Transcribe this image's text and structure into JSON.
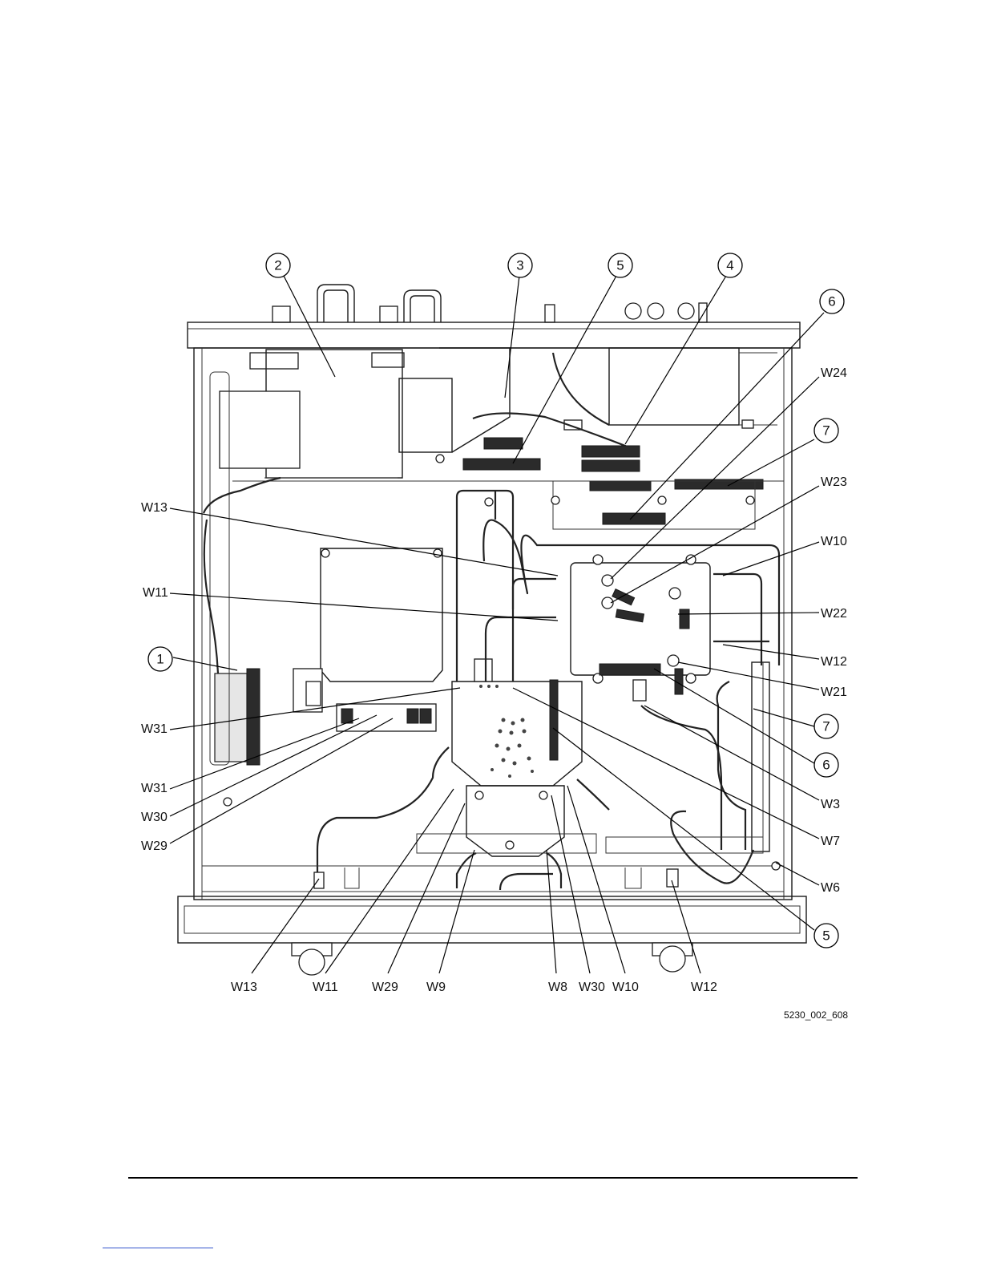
{
  "figure_id": "5230_002_608",
  "callouts": {
    "n1": "1",
    "n2": "2",
    "n3": "3",
    "n4": "4",
    "n5_top": "5",
    "n6_top": "6",
    "n7_top": "7",
    "n7_right": "7",
    "n6_right": "6",
    "n5_bottom": "5"
  },
  "cable_labels": {
    "left_w13": "W13",
    "left_w11": "W11",
    "left_w31a": "W31",
    "left_w31b": "W31",
    "left_w30": "W30",
    "left_w29": "W29",
    "right_w24": "W24",
    "right_w23": "W23",
    "right_w10": "W10",
    "right_w22": "W22",
    "right_w12": "W12",
    "right_w21": "W21",
    "right_w3": "W3",
    "right_w7": "W7",
    "right_w6": "W6",
    "bottom_w13": "W13",
    "bottom_w11": "W11",
    "bottom_w29": "W29",
    "bottom_w9": "W9",
    "bottom_w8": "W8",
    "bottom_w30": "W30",
    "bottom_w10": "W10",
    "bottom_w12": "W12"
  }
}
